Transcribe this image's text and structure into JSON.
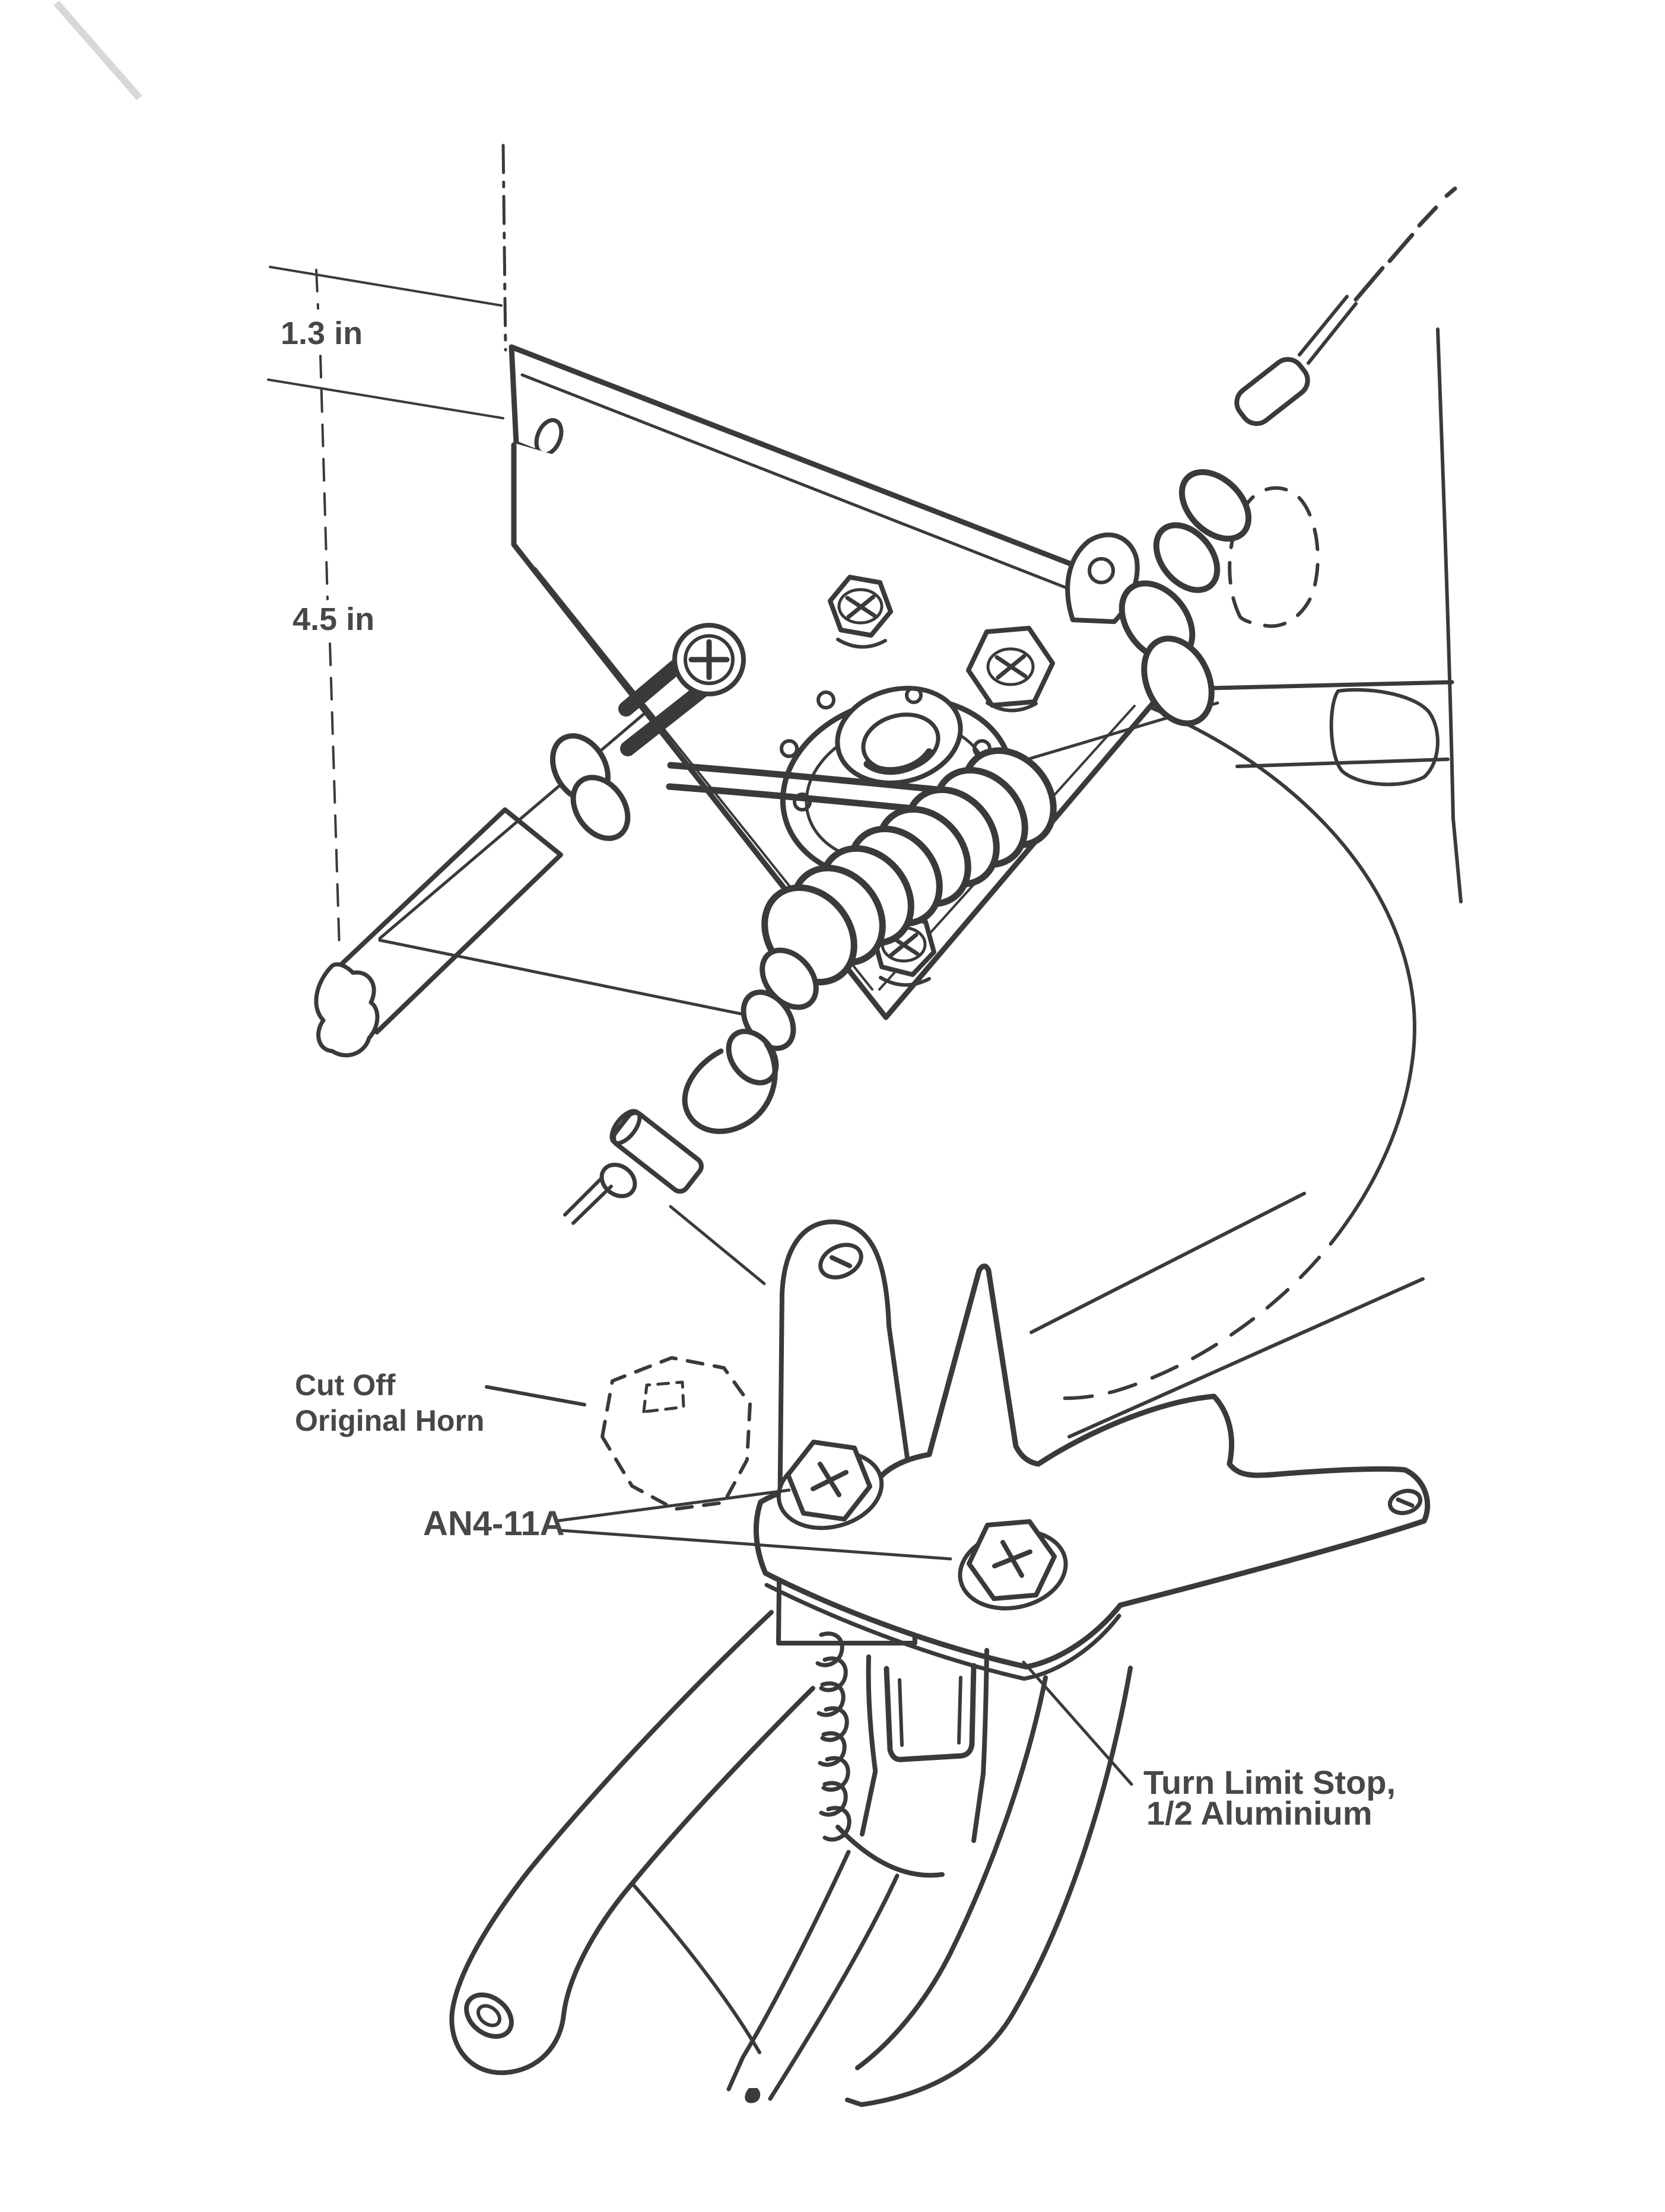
{
  "document": {
    "type": "scanned technical illustration",
    "subject": "tailwheel steering modification drawing",
    "background_color": "#ffffff",
    "ink_color": "#3a3a3a"
  },
  "labels": {
    "dim1": "1.3 in",
    "dim2": "4.5 in",
    "cutoff1": "Cut Off",
    "cutoff2": "Original Horn",
    "an4": "AN4-11A",
    "tls1": "Turn Limit Stop,",
    "tls2": "1/2 Aluminium"
  }
}
